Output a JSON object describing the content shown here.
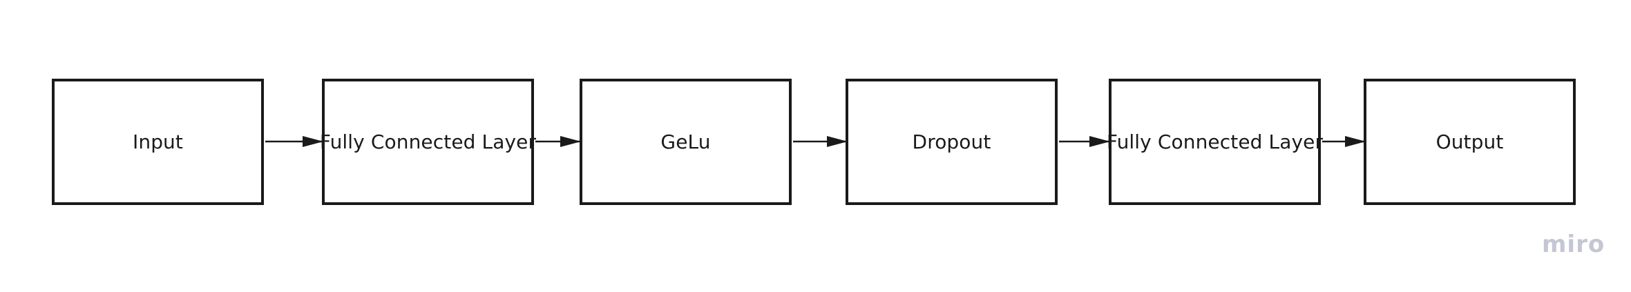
{
  "diagram": {
    "nodes": [
      {
        "id": "input",
        "label": "Input"
      },
      {
        "id": "fc1",
        "label": "Fully Connected Layer"
      },
      {
        "id": "gelu",
        "label": "GeLu"
      },
      {
        "id": "dropout",
        "label": "Dropout"
      },
      {
        "id": "fc2",
        "label": "Fully Connected Layer"
      },
      {
        "id": "output",
        "label": "Output"
      }
    ],
    "edges": [
      {
        "from": "input",
        "to": "fc1"
      },
      {
        "from": "fc1",
        "to": "gelu"
      },
      {
        "from": "gelu",
        "to": "dropout"
      },
      {
        "from": "dropout",
        "to": "fc2"
      },
      {
        "from": "fc2",
        "to": "output"
      }
    ],
    "colors": {
      "stroke": "#1a1a1a",
      "fill": "#ffffff",
      "text": "#1a1a1a"
    }
  },
  "watermark": {
    "text": "miro",
    "color": "#c4c7d3"
  }
}
